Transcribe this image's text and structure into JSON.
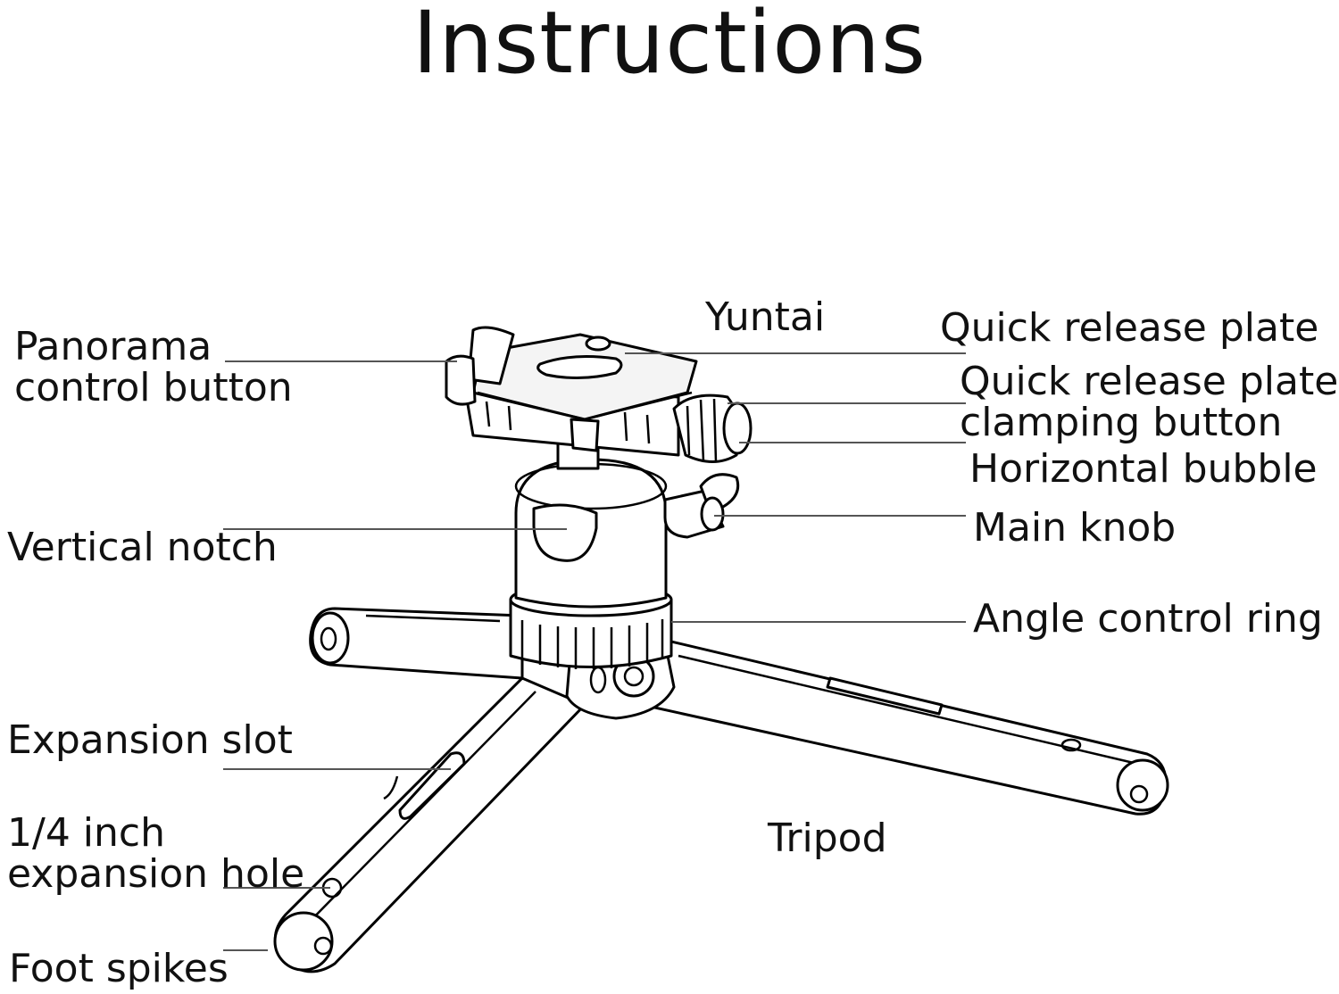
{
  "title": "Instructions",
  "labels": {
    "panorama": [
      "Panorama",
      "control button"
    ],
    "yuntai": "Yuntai",
    "qr_plate": "Quick release plate",
    "qr_clamp": [
      "Quick release plate",
      "clamping button"
    ],
    "bubble": "Horizontal bubble",
    "main_knob": "Main knob",
    "vertical_notch": "Vertical notch",
    "angle_ring": "Angle control ring",
    "expansion_slot": "Expansion slot",
    "expansion_hole": [
      "1/4 inch",
      "expansion hole"
    ],
    "foot_spikes": "Foot spikes",
    "tripod": "Tripod"
  }
}
